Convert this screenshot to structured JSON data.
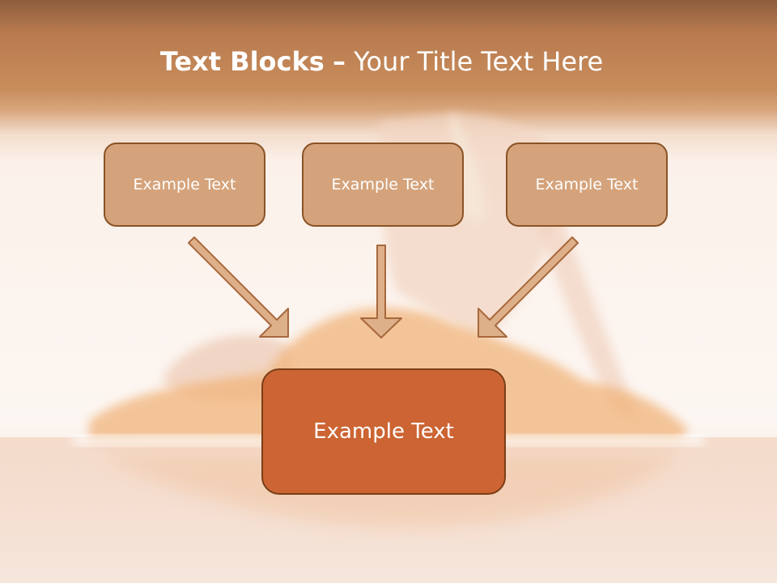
{
  "slide": {
    "title_bold": "Text Blocks",
    "title_dash": "–",
    "title_rest": "Your Title Text Here"
  },
  "boxes": {
    "left": "Example Text",
    "middle": "Example Text",
    "right": "Example Text",
    "main": "Example Text"
  },
  "colors": {
    "header_band": "#c98d5c",
    "small_box_fill": "#d5a37b",
    "small_box_border": "#8a5326",
    "main_box_fill": "#cc6433",
    "main_box_border": "#7a3e18",
    "arrow_fill": "#ddb08a",
    "arrow_stroke": "#a8683c"
  }
}
